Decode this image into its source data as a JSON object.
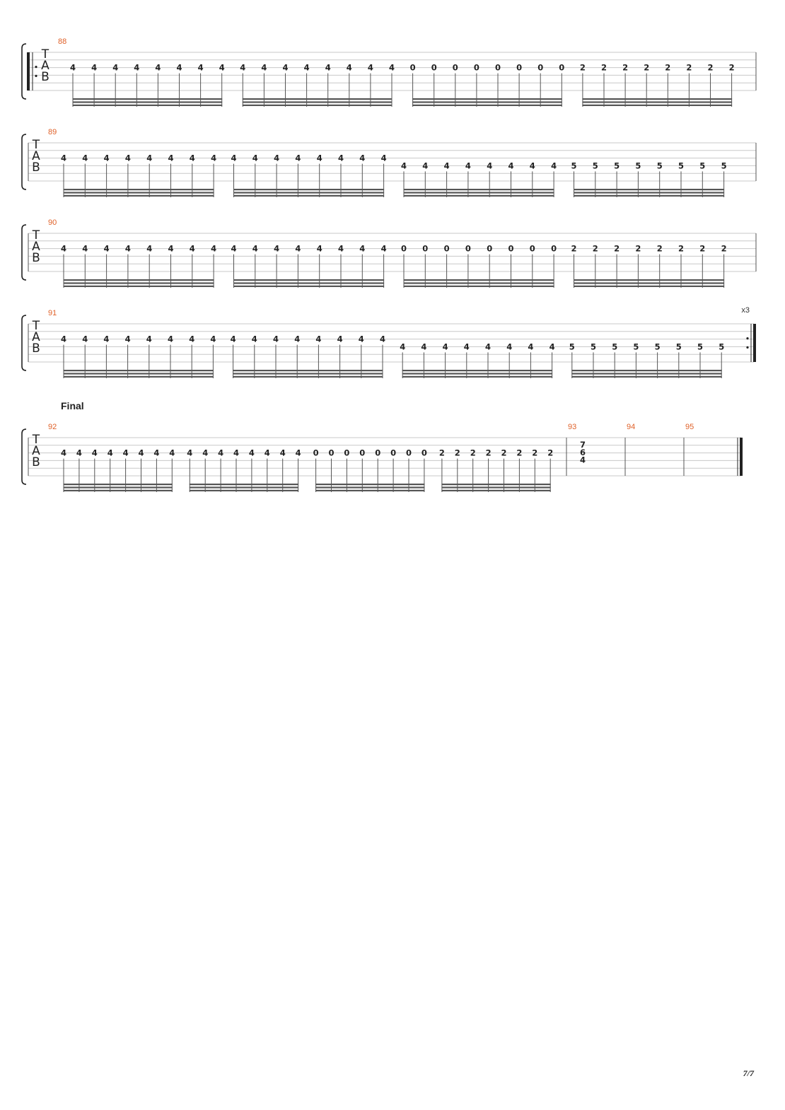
{
  "page_number": "7/7",
  "tab_letters": [
    "T",
    "A",
    "B"
  ],
  "colors": {
    "bar_number": "#e0622a",
    "ink": "#222222",
    "staff_line": "#c8c8c8"
  },
  "systems": [
    {
      "measures": [
        {
          "number": "88",
          "groups": [
            [
              "4",
              "4",
              "4",
              "4",
              "4",
              "4",
              "4",
              "4"
            ],
            [
              "4",
              "4",
              "4",
              "4",
              "4",
              "4",
              "4",
              "4"
            ],
            [
              "0",
              "0",
              "0",
              "0",
              "0",
              "0",
              "0",
              "0"
            ],
            [
              "2",
              "2",
              "2",
              "2",
              "2",
              "2",
              "2",
              "2"
            ]
          ]
        }
      ],
      "repeat_start": true
    },
    {
      "measures": [
        {
          "number": "89",
          "groups": [
            [
              "4",
              "4",
              "4",
              "4",
              "4",
              "4",
              "4",
              "4"
            ],
            [
              "4",
              "4",
              "4",
              "4",
              "4",
              "4",
              "4",
              "4"
            ],
            [
              "4",
              "4",
              "4",
              "4",
              "4",
              "4",
              "4",
              "4"
            ],
            [
              "5",
              "5",
              "5",
              "5",
              "5",
              "5",
              "5",
              "5"
            ]
          ]
        }
      ]
    },
    {
      "measures": [
        {
          "number": "90",
          "groups": [
            [
              "4",
              "4",
              "4",
              "4",
              "4",
              "4",
              "4",
              "4"
            ],
            [
              "4",
              "4",
              "4",
              "4",
              "4",
              "4",
              "4",
              "4"
            ],
            [
              "0",
              "0",
              "0",
              "0",
              "0",
              "0",
              "0",
              "0"
            ],
            [
              "2",
              "2",
              "2",
              "2",
              "2",
              "2",
              "2",
              "2"
            ]
          ]
        }
      ]
    },
    {
      "measures": [
        {
          "number": "91",
          "groups": [
            [
              "4",
              "4",
              "4",
              "4",
              "4",
              "4",
              "4",
              "4"
            ],
            [
              "4",
              "4",
              "4",
              "4",
              "4",
              "4",
              "4",
              "4"
            ],
            [
              "4",
              "4",
              "4",
              "4",
              "4",
              "4",
              "4",
              "4"
            ],
            [
              "5",
              "5",
              "5",
              "5",
              "5",
              "5",
              "5",
              "5"
            ]
          ]
        }
      ],
      "repeat_end": true,
      "repeat_count": "x3"
    },
    {
      "section_label": "Final",
      "measures": [
        {
          "number": "92",
          "groups": [
            [
              "4",
              "4",
              "4",
              "4",
              "4",
              "4",
              "4",
              "4"
            ],
            [
              "4",
              "4",
              "4",
              "4",
              "4",
              "4",
              "4",
              "4"
            ],
            [
              "0",
              "0",
              "0",
              "0",
              "0",
              "0",
              "0",
              "0"
            ],
            [
              "2",
              "2",
              "2",
              "2",
              "2",
              "2",
              "2",
              "2"
            ]
          ]
        },
        {
          "number": "93",
          "chord": [
            "7",
            "6",
            "4"
          ]
        },
        {
          "number": "94"
        },
        {
          "number": "95"
        }
      ],
      "final_barline": true
    }
  ]
}
